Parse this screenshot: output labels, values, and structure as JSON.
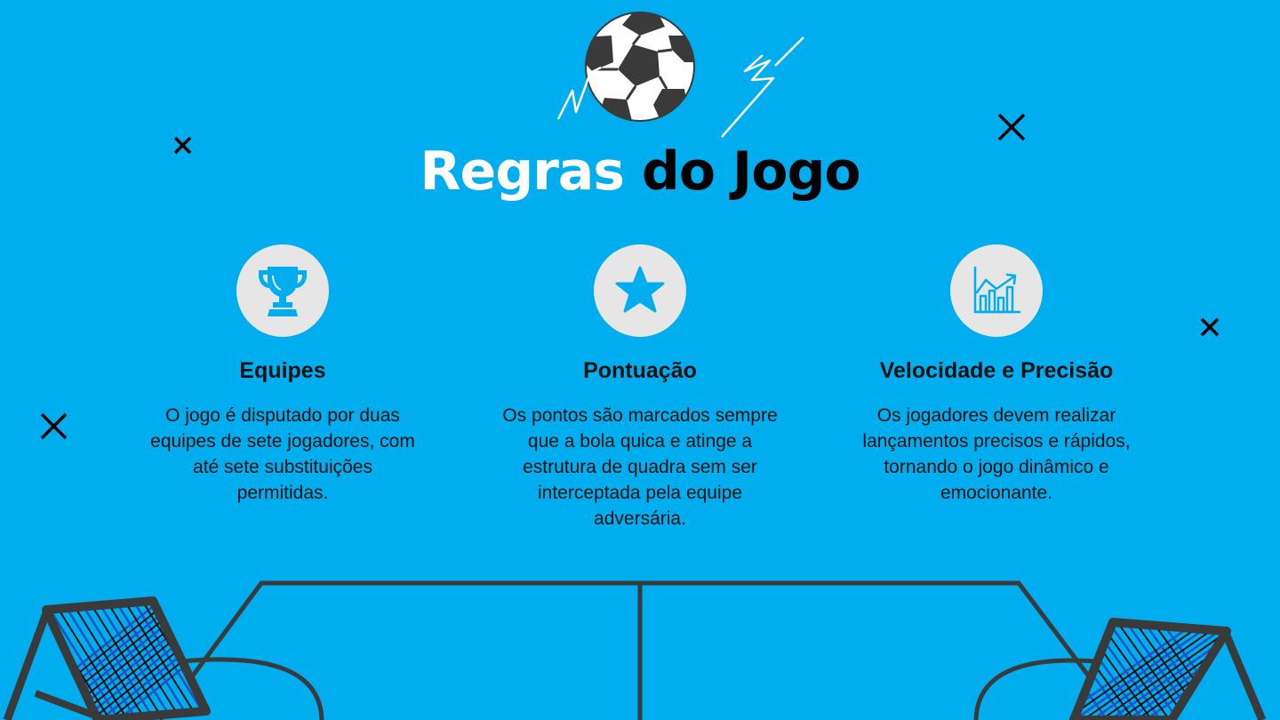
{
  "title": {
    "part1": "Regras",
    "part2": "do Jogo"
  },
  "colors": {
    "background": "#00aeef",
    "icon_circle": "#e6e6e6",
    "court_lines": "#3a3a3a",
    "net": "#1c54b8"
  },
  "rules": [
    {
      "icon": "trophy-icon",
      "heading": "Equipes",
      "text": "O jogo é disputado por duas equipes de sete jogadores, com até sete substituições permitidas."
    },
    {
      "icon": "star-icon",
      "heading": "Pontuação",
      "text": "Os pontos são marcados sempre que a bola quica e atinge a estrutura de quadra sem ser interceptada pela equipe adversária."
    },
    {
      "icon": "growth-chart-icon",
      "heading": "Velocidade e Precisão",
      "text": "Os jogadores devem realizar lançamentos precisos e rápidos, tornando o jogo dinâmico e emocionante."
    }
  ]
}
